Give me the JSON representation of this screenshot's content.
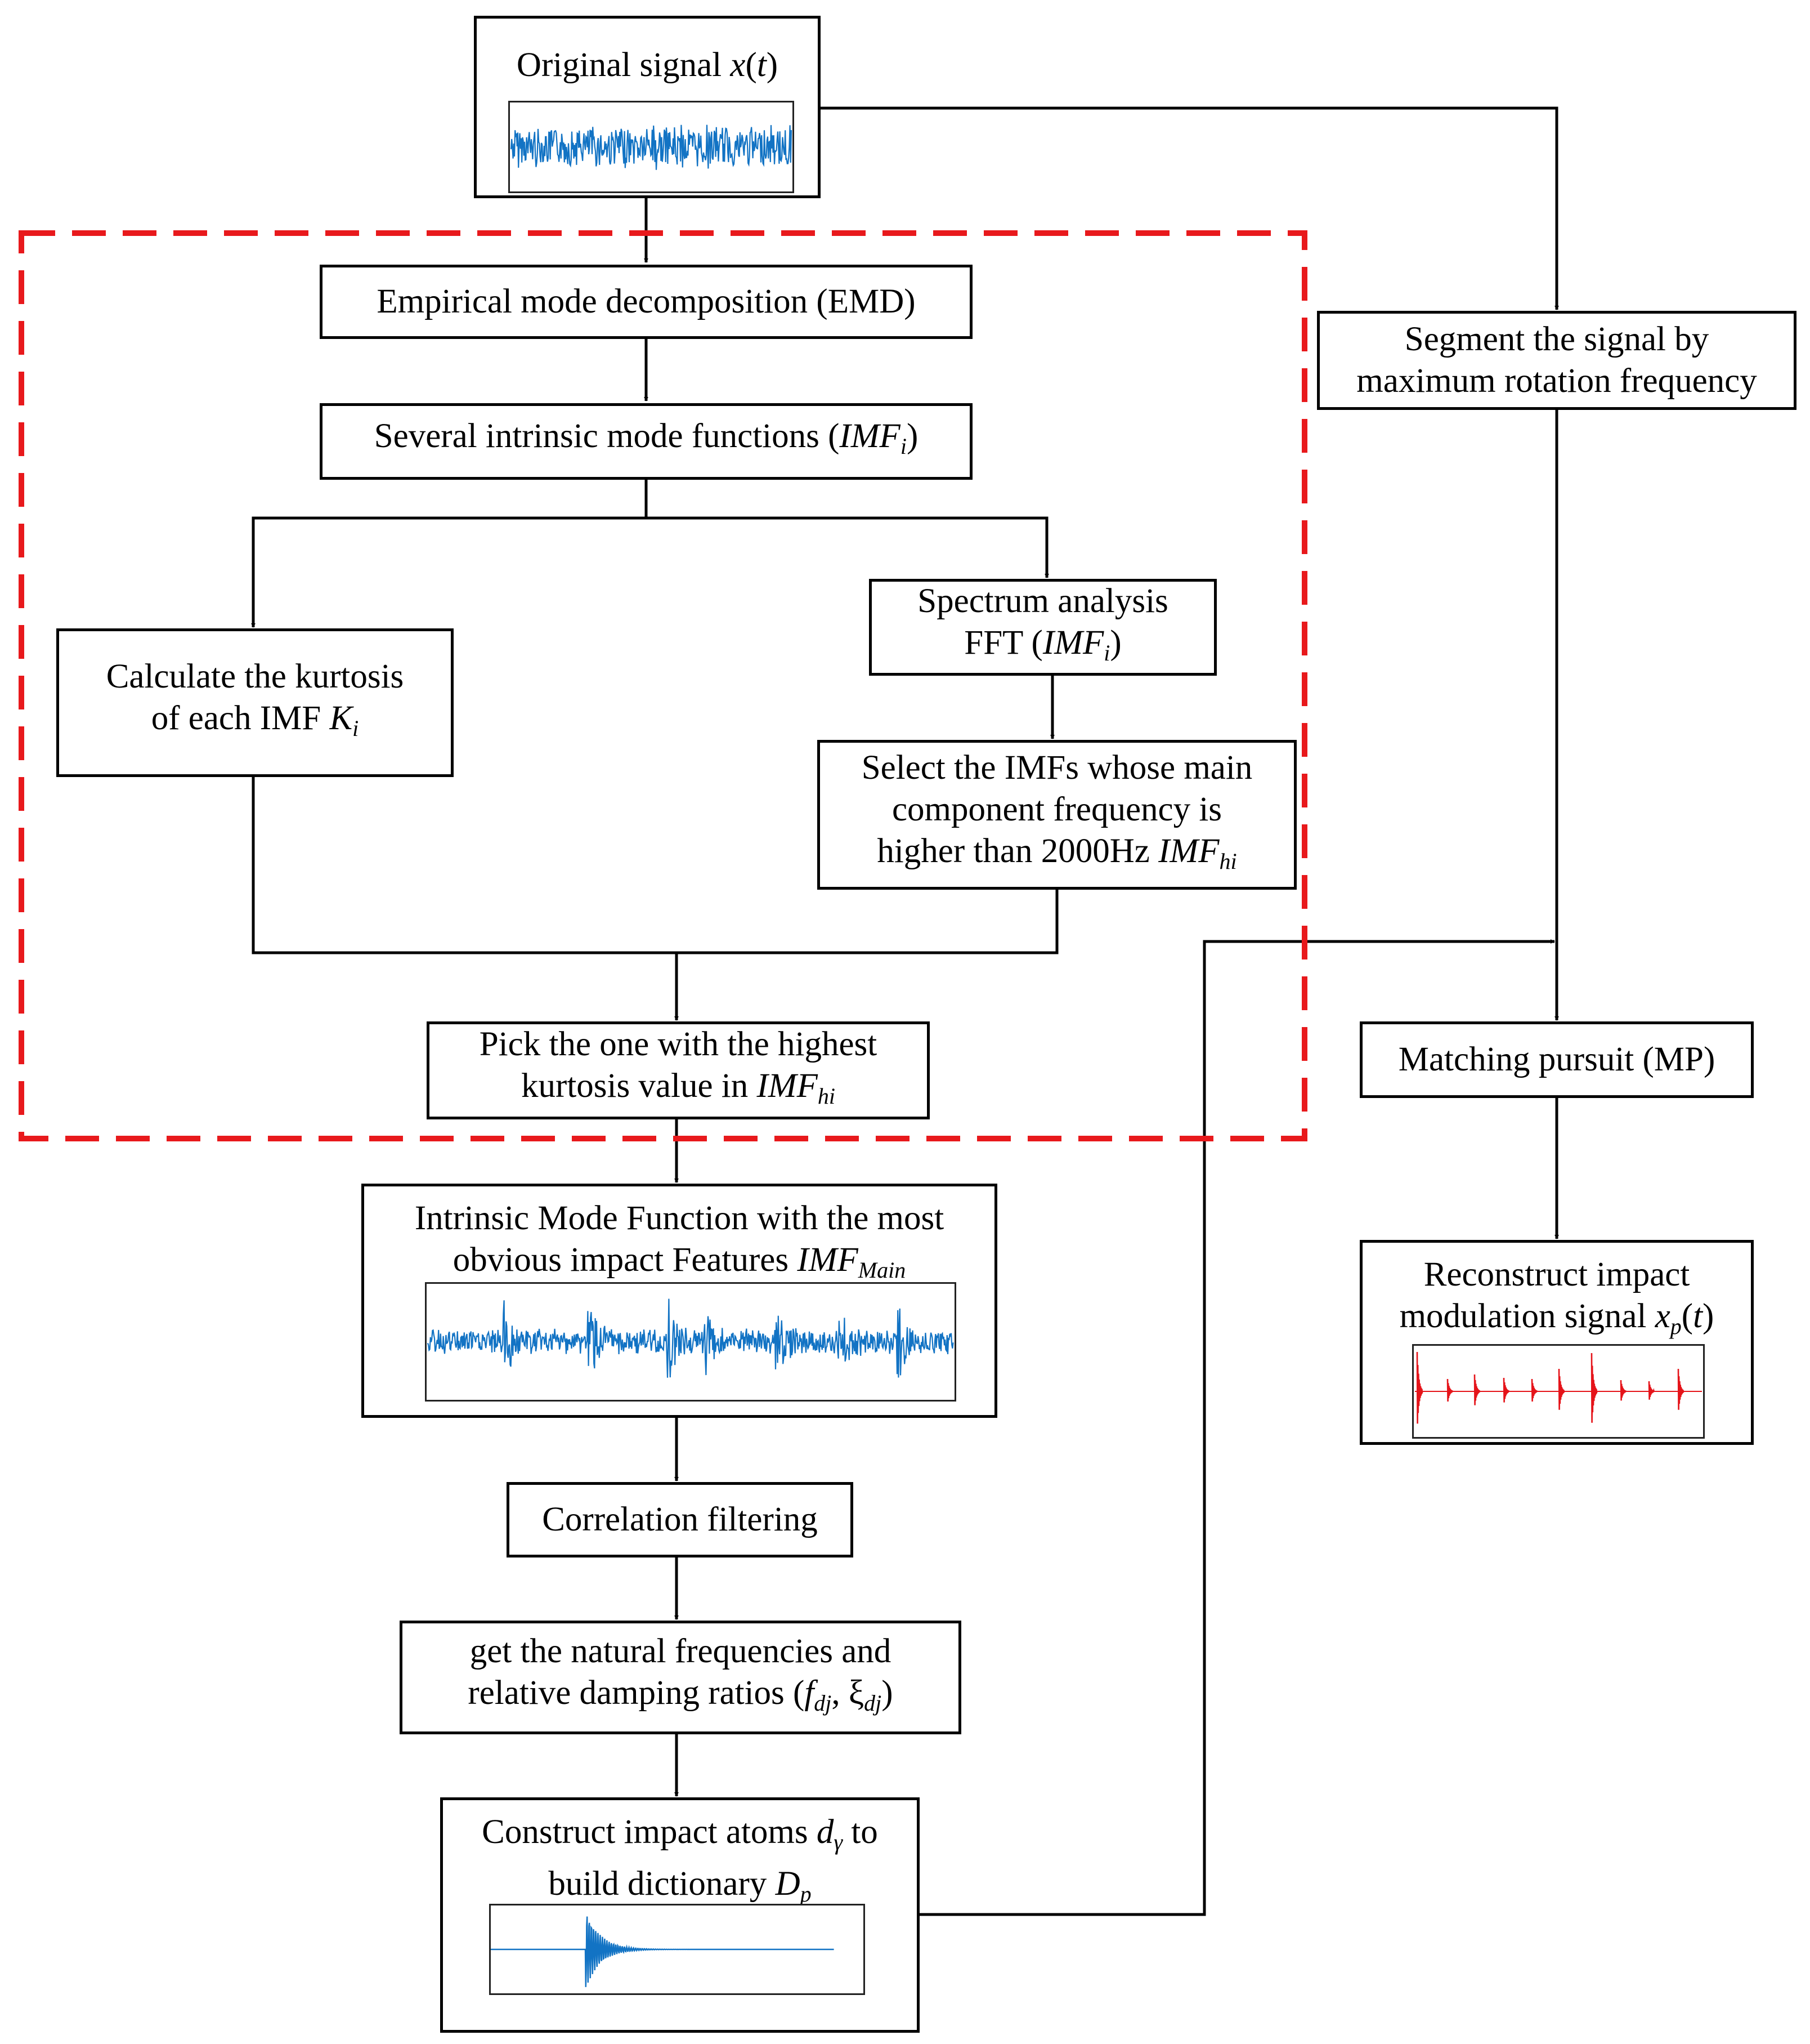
{
  "colors": {
    "line": "#000000",
    "dashed": "#e8191c",
    "wave_blue": "#1273c4",
    "wave_red": "#e5141a"
  },
  "boxes": {
    "original": {
      "label": "Original signal ",
      "var": "x",
      "open": "(",
      "arg": "t",
      "close": ")"
    },
    "emd": {
      "label": "Empirical mode decomposition (EMD)"
    },
    "imfs": {
      "pre": "Several intrinsic mode functions (",
      "var": "IMF",
      "sub": "i",
      "post": ")"
    },
    "kurt": {
      "line1": "Calculate the kurtosis",
      "line2_pre": "of each IMF ",
      "var": "K",
      "sub": "i"
    },
    "spec": {
      "line1": "Spectrum analysis",
      "line2_pre": "FFT (",
      "var": "IMF",
      "sub": "i",
      "post": ")"
    },
    "select": {
      "line1": "Select the IMFs whose main",
      "line2": "component frequency is",
      "line3_pre": "higher than 2000Hz ",
      "var": "IMF",
      "sub": "hi"
    },
    "pick": {
      "line1": "Pick the one with the highest",
      "line2_pre": "kurtosis value in ",
      "var": "IMF",
      "sub": "hi"
    },
    "main": {
      "line1": "Intrinsic Mode Function with the most",
      "line2_pre": "obvious impact Features ",
      "var": "IMF",
      "sub": "Main"
    },
    "corr": {
      "label": "Correlation filtering"
    },
    "natural": {
      "line1": "get the natural frequencies and",
      "line2_pre": "relative damping ratios (",
      "var1": "f",
      "sub1": "dj",
      "sep": ",   ξ",
      "sub2": "dj",
      "post": ")"
    },
    "atoms": {
      "line1_pre": "Construct impact atoms ",
      "var1": "d",
      "sub1": "γ",
      "line1_post": " to",
      "line2_pre": "build dictionary ",
      "var2": "D",
      "sub2": "p"
    },
    "segment": {
      "line1": "Segment the signal by",
      "line2": "maximum rotation frequency"
    },
    "mp": {
      "label": "Matching pursuit (MP)"
    },
    "recon": {
      "line1": "Reconstruct impact",
      "line2_pre": "modulation signal ",
      "var": "x",
      "sub": "p",
      "open": "(",
      "arg": "t",
      "close": ")"
    }
  }
}
